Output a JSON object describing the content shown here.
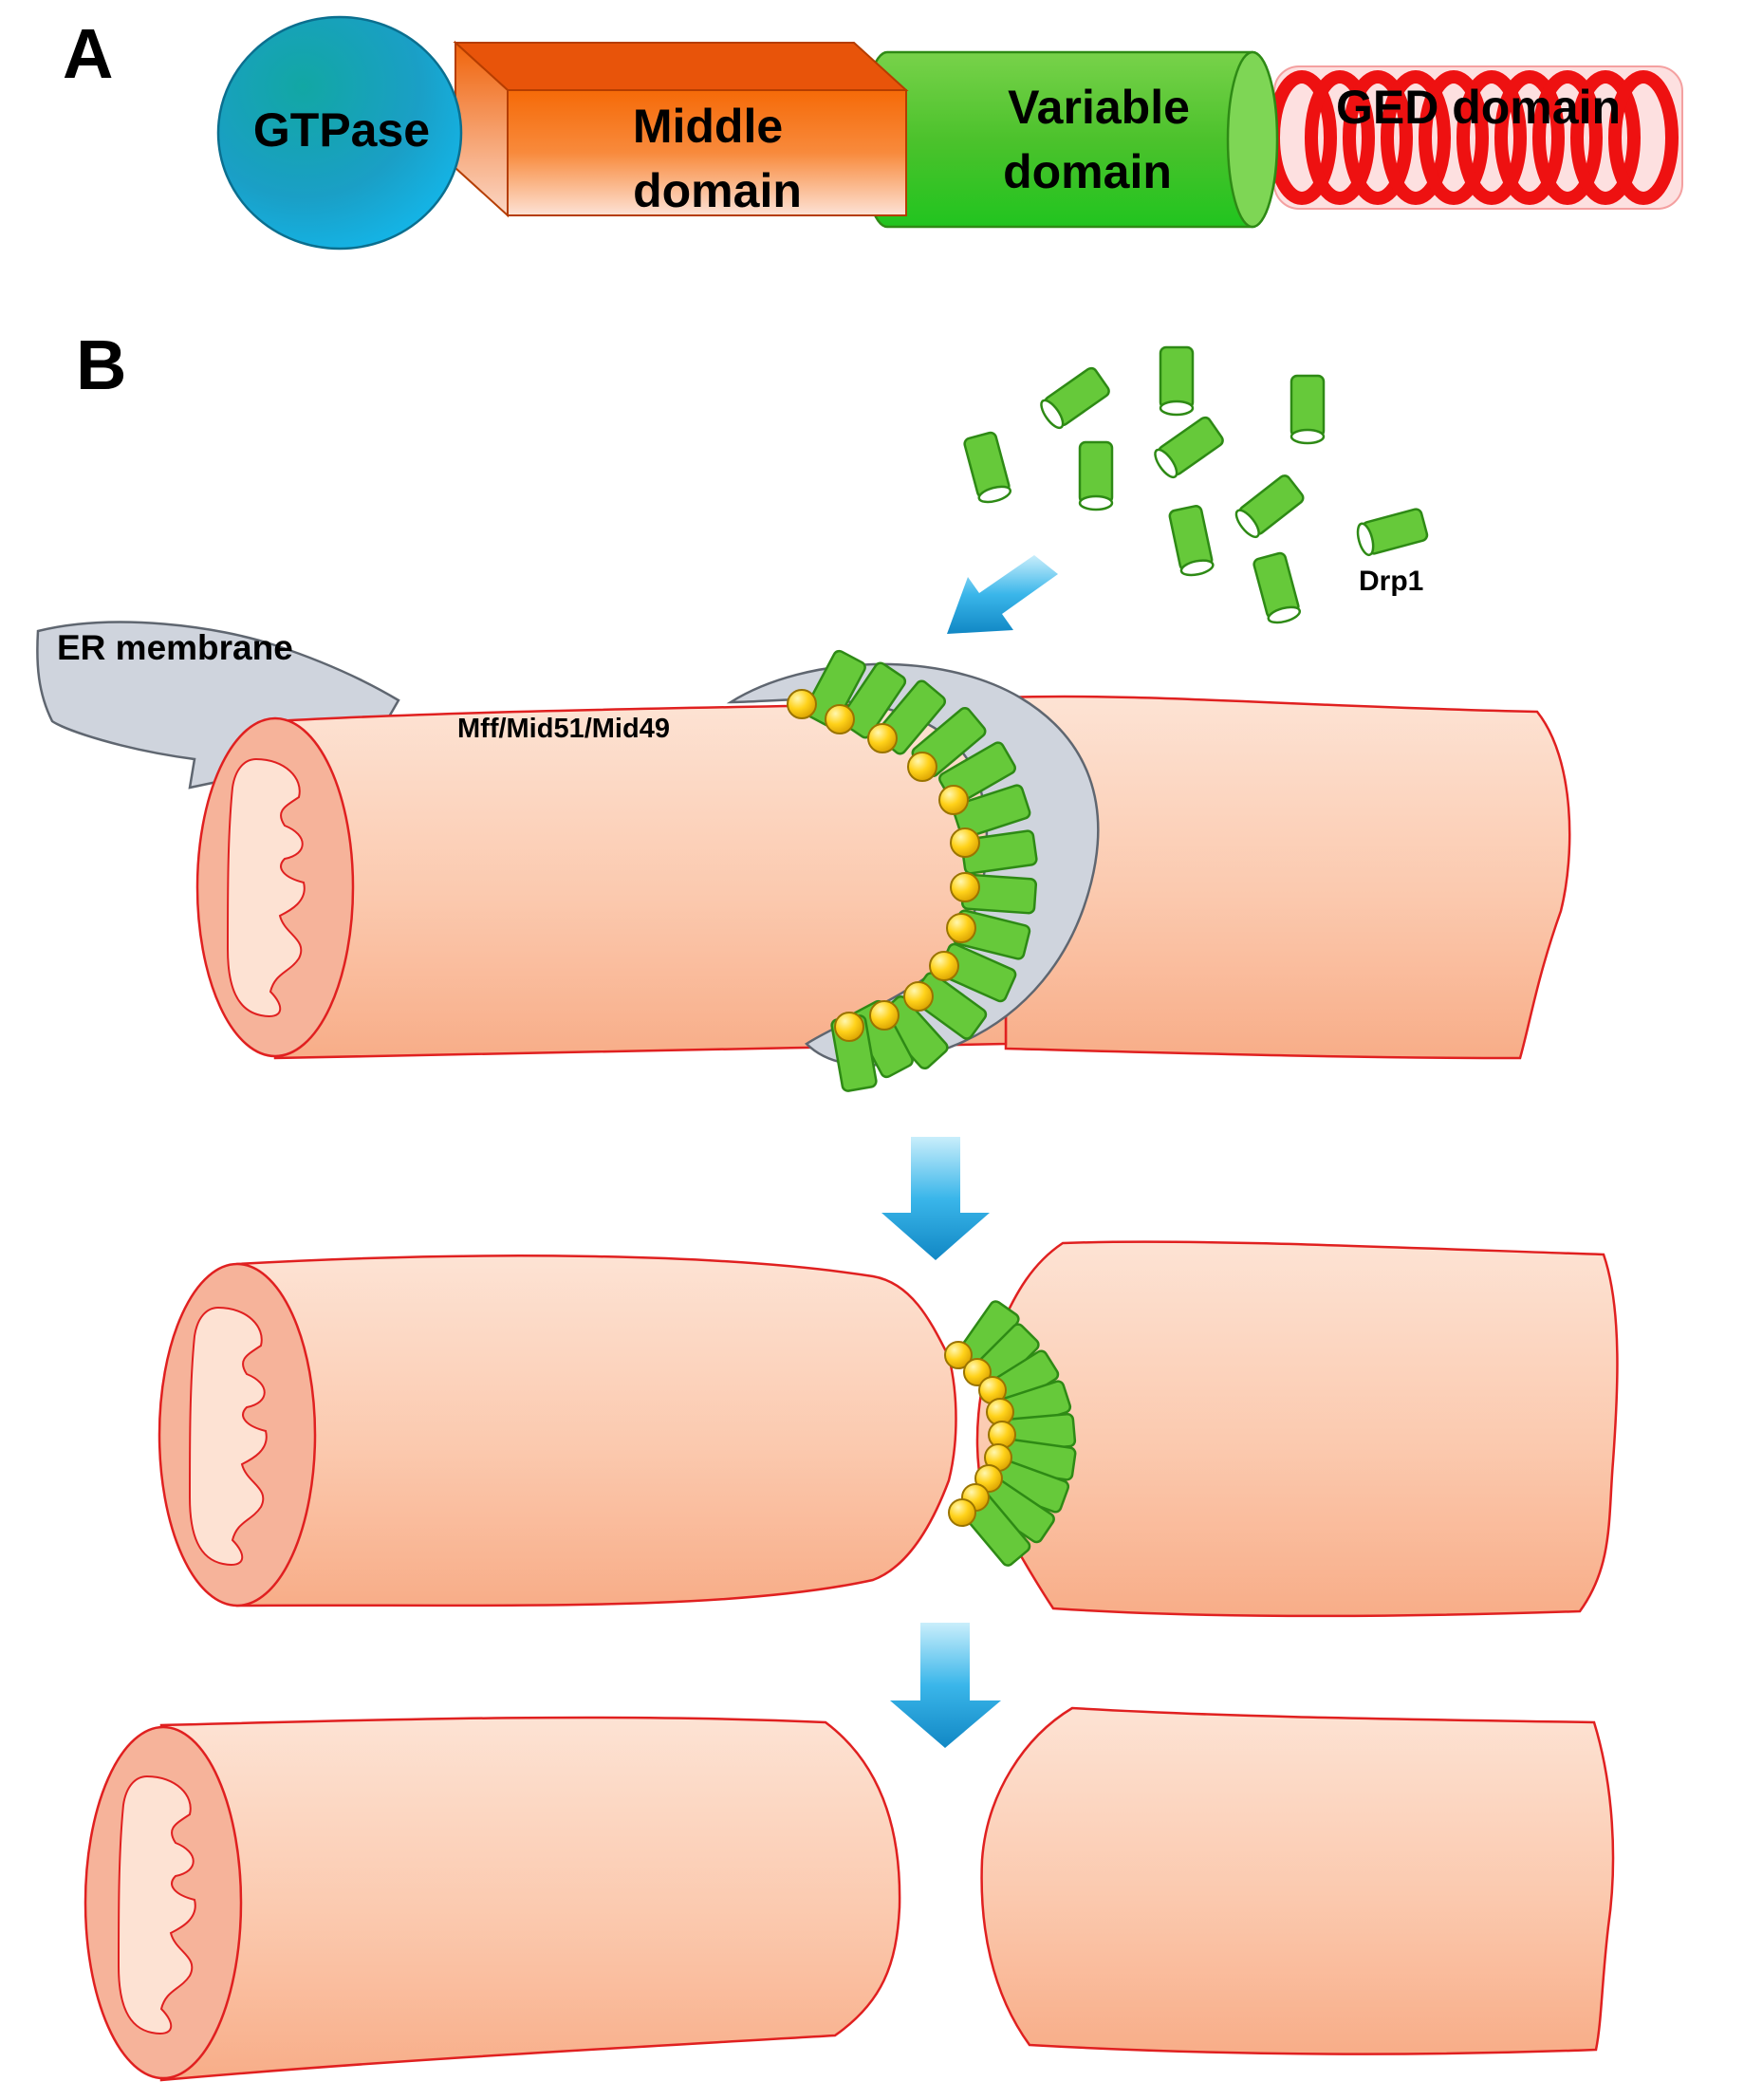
{
  "panel_a": {
    "letter": "A",
    "domains": {
      "gtpase": "GTPase",
      "middle_line1": "Middle",
      "middle_line2": "domain",
      "variable_line1": "Variable",
      "variable_line2": "domain",
      "ged": "GED domain"
    }
  },
  "panel_b": {
    "letter": "B",
    "labels": {
      "er_membrane": "ER membrane",
      "adaptors": "Mff/Mid51/Mid49",
      "drp1": "Drp1"
    }
  },
  "colors": {
    "gtpase": "#1aa3c8",
    "middle_domain": "#f46b10",
    "variable_domain": "#44c42a",
    "ged_domain": "#f01818",
    "mitochondrion": "#fbbfa0",
    "mito_outline": "#e02020",
    "er_membrane": "#cfd4dd",
    "drp1": "#66c93a",
    "adaptor": "#f2c400",
    "arrow": "#2aa8e0"
  }
}
